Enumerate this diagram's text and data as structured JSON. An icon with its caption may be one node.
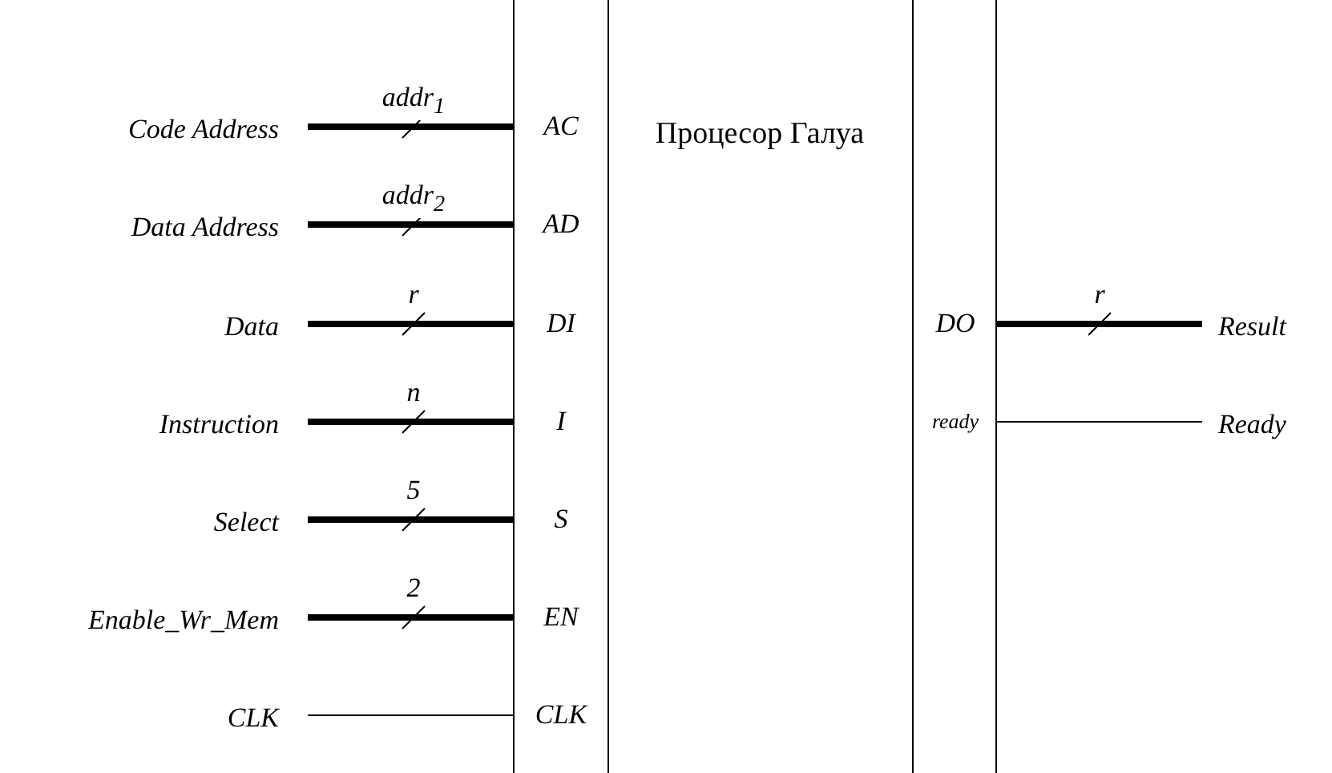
{
  "diagram": {
    "nodes": [
      {
        "text": [
          "Процесор Галуа"
        ]
      },
      {
        "text": [
          "AC"
        ],
        "in": 0
      },
      {
        "text": [
          "AD"
        ],
        "in": 0
      },
      {
        "text": [
          "DI"
        ],
        "in": 0
      },
      {
        "text": [
          "I"
        ],
        "in": 0
      },
      {
        "text": [
          "S"
        ],
        "in": 0
      },
      {
        "text": [
          "EN"
        ],
        "in": 0
      },
      {
        "text": [
          "CLK"
        ],
        "in": 0
      },
      {
        "text": [
          "DO"
        ],
        "in": 0
      },
      {
        "text": [
          "ready"
        ],
        "in": 0
      },
      {
        "text": [
          "Code Address"
        ]
      },
      {
        "text": [
          "Data Address"
        ]
      },
      {
        "text": [
          "Data"
        ]
      },
      {
        "text": [
          "Instruction"
        ]
      },
      {
        "text": [
          "Select"
        ]
      },
      {
        "text": [
          "Enable_Wr_Mem"
        ]
      },
      {
        "text": [
          "CLK"
        ]
      },
      {
        "text": [
          "Result"
        ]
      },
      {
        "text": [
          "Ready"
        ]
      }
    ],
    "edges": [
      {
        "from": 10,
        "to": 1,
        "arrow": "none",
        "label": "addr$_{1}$"
      },
      {
        "from": 11,
        "to": 2,
        "arrow": "none",
        "label": "addr$_{2}$"
      },
      {
        "from": 12,
        "to": 3,
        "arrow": "none",
        "label": "r"
      },
      {
        "from": 13,
        "to": 4,
        "arrow": "none",
        "label": "n"
      },
      {
        "from": 14,
        "to": 5,
        "arrow": "none",
        "label": "5"
      },
      {
        "from": 15,
        "to": 6,
        "arrow": "none",
        "label": "2"
      },
      {
        "from": 16,
        "to": 7,
        "arrow": "none"
      },
      {
        "from": 8,
        "to": 17,
        "arrow": "none",
        "label": "r"
      },
      {
        "from": 9,
        "to": 18,
        "arrow": "none"
      }
    ]
  }
}
